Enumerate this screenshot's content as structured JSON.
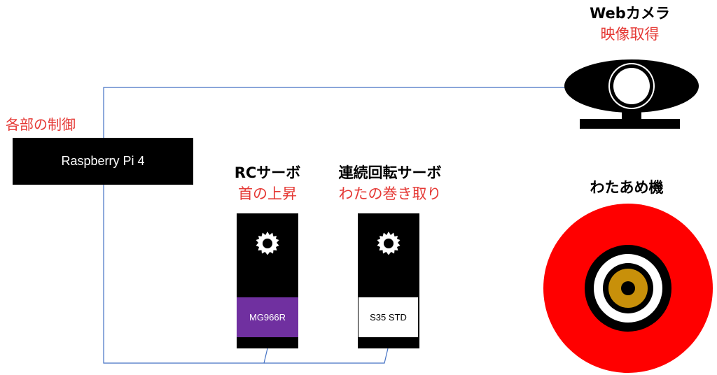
{
  "raspberry_pi": {
    "label": "Raspberry Pi 4",
    "role": "各部の制御"
  },
  "webcam": {
    "title": "Webカメラ",
    "role": "映像取得"
  },
  "rc_servo": {
    "title": "RCサーボ",
    "role": "首の上昇",
    "model": "MG966R"
  },
  "continuous_servo": {
    "title": "連続回転サーボ",
    "role": "わたの巻き取り",
    "model": "S35 STD"
  },
  "cotton_candy_machine": {
    "title": "わたあめ機"
  },
  "colors": {
    "accent_red": "#e53935",
    "rc_servo_model_bg": "#7030a0",
    "wire": "#4472c4",
    "machine_outer": "#ff0000",
    "machine_center": "#c8900a"
  },
  "icons": [
    "gear-icon",
    "webcam-icon"
  ]
}
